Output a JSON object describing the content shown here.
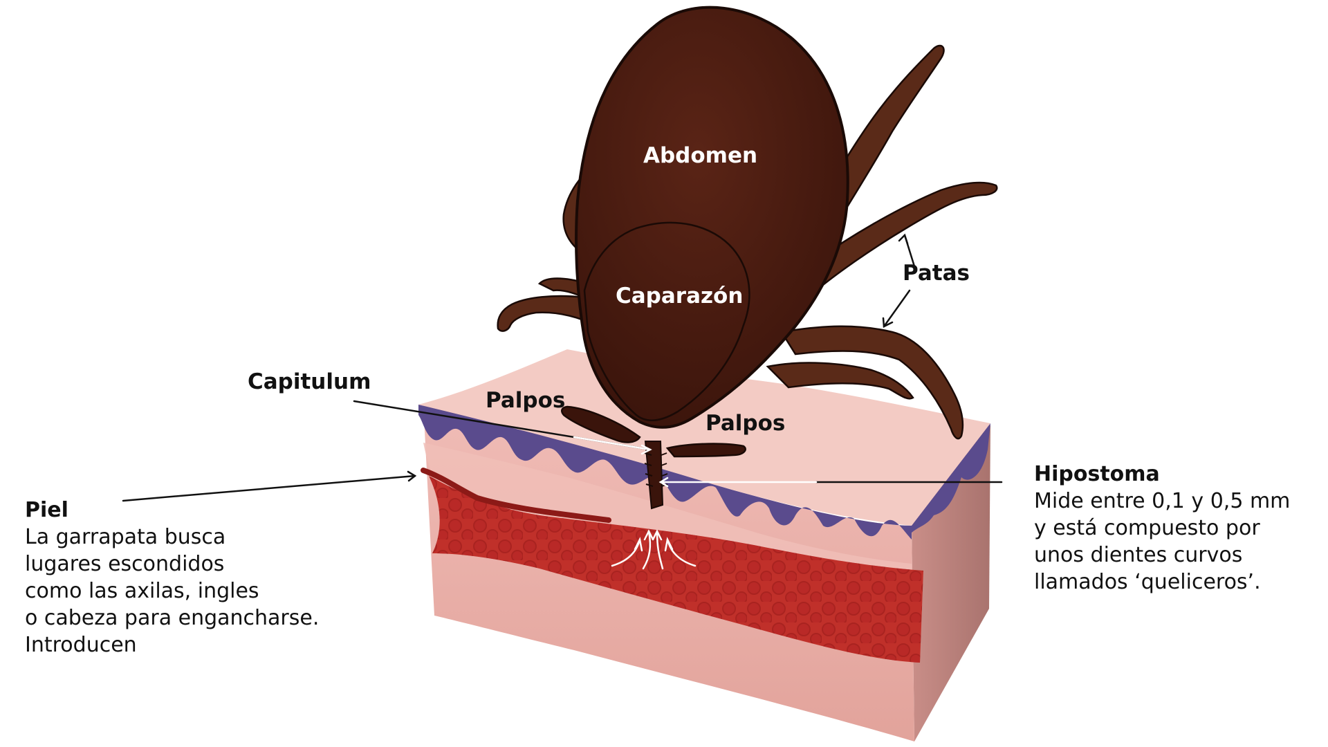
{
  "labels": {
    "abdomen": "Abdomen",
    "caparazon": "Caparazón",
    "patas": "Patas",
    "capitulum": "Capitulum",
    "palpos_left": "Palpos",
    "palpos_right": "Palpos"
  },
  "piel": {
    "title": "Piel",
    "lines": [
      "La garrapata busca",
      "lugares escondidos",
      "como las axilas, ingles",
      "o cabeza para engancharse.",
      "Introducen"
    ]
  },
  "hipostoma": {
    "title": "Hipostoma",
    "lines": [
      "Mide entre 0,1 y 0,5 mm",
      "y está compuesto por",
      "unos dientes curvos",
      "llamados ‘queliceros’."
    ]
  },
  "colors": {
    "tick_body": "#4a1d12",
    "tick_outline": "#1a0a06",
    "tick_legs": "#5a2a18",
    "skin_top": "#f2c6c0",
    "skin_side": "#e9aaa2",
    "epidermis": "#5a4a8a",
    "blood": "#c2302b",
    "blood_cell": "#a81f1f"
  }
}
